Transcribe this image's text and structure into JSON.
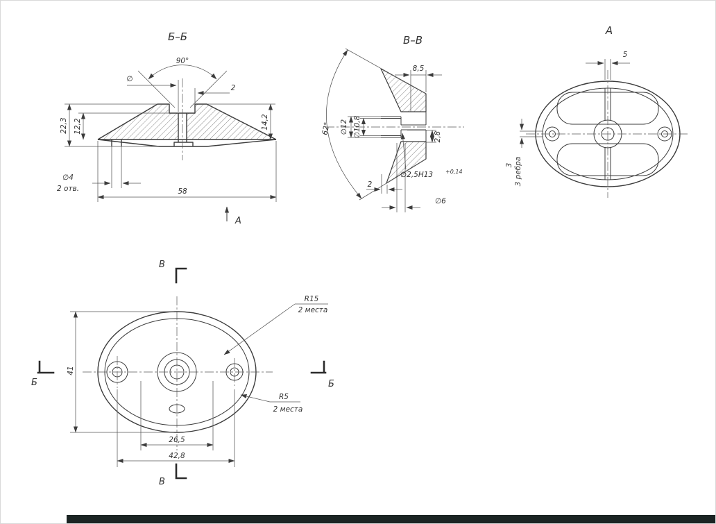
{
  "page": {
    "background": "#ffffff",
    "line_color": "#3c3c3c",
    "accent_bar_color": "#1b2423"
  },
  "views": {
    "section_bb": {
      "title": "Б–Б",
      "view_arrow_label": "А",
      "dims": {
        "angle_90": "90°",
        "dia_symbol": "∅",
        "top_2": "2",
        "h_12_2": "12,2",
        "h_22_3": "22,3",
        "h_14_2": "14,2",
        "dia_4": "∅4",
        "holes_note": "2 отв.",
        "w_58": "58"
      }
    },
    "section_vv": {
      "title": "В–В",
      "dims": {
        "angle_62": "62°",
        "w_8_5": "8,5",
        "dia_12": "∅12",
        "dia_10_8": "∅10,8",
        "h_2_8": "2,8",
        "dia_2_5": "∅2,5Н13",
        "dia_2_5_tol": "+0,14",
        "t_2": "2",
        "dia_6": "∅6"
      }
    },
    "view_a": {
      "title": "А",
      "dims": {
        "w_5": "5",
        "t_3": "3",
        "ribs_note": "3 ребра"
      }
    },
    "plan": {
      "section_marker_b": "Б",
      "section_marker_v": "В",
      "dims": {
        "h_41": "41",
        "w_26_5": "26,5",
        "w_42_8": "42,8",
        "r15": "R15",
        "r15_note": "2 места",
        "r5": "R5",
        "r5_note": "2 места"
      }
    }
  }
}
